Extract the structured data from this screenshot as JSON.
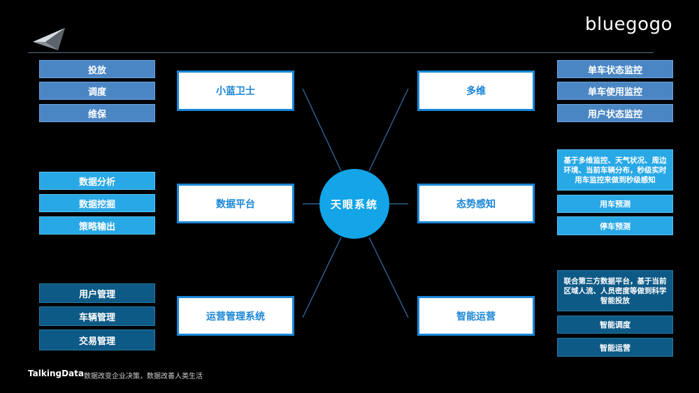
{
  "brand": "bluegogo",
  "center": "天眼系统",
  "left": {
    "groups": [
      {
        "title": "小蓝卫士",
        "items": [
          "投放",
          "调度",
          "维保"
        ]
      },
      {
        "title": "数据平台",
        "items": [
          "数据分析",
          "数据挖掘",
          "策略输出"
        ]
      },
      {
        "title": "运营管理系统",
        "items": [
          "用户管理",
          "车辆管理",
          "交易管理"
        ]
      }
    ]
  },
  "right": {
    "groups": [
      {
        "title": "多维",
        "items": [
          "单车状态监控",
          "单车使用监控",
          "用户状态监控"
        ]
      },
      {
        "title": "态势感知",
        "desc": "基于多维监控、天气状况、周边环境、当前车辆分布，秒级实时用车监控来做到秒级感知",
        "items": [
          "用车预测",
          "停车预测"
        ]
      },
      {
        "title": "智能运营",
        "desc": "联合第三方数据平台，基于当前区域人流、人员密度等做到科学智能投放",
        "items": [
          "智能调度",
          "智能运营"
        ]
      }
    ]
  },
  "footer": {
    "logo": "TalkingData",
    "slogan": "数据改变企业决策，数据改善人类生活"
  },
  "colors": {
    "accent": "#1a86d6",
    "center": "#14a4e8",
    "row1": "#4a86c4",
    "row2": "#29a8e6",
    "row3": "#0e5a86"
  }
}
